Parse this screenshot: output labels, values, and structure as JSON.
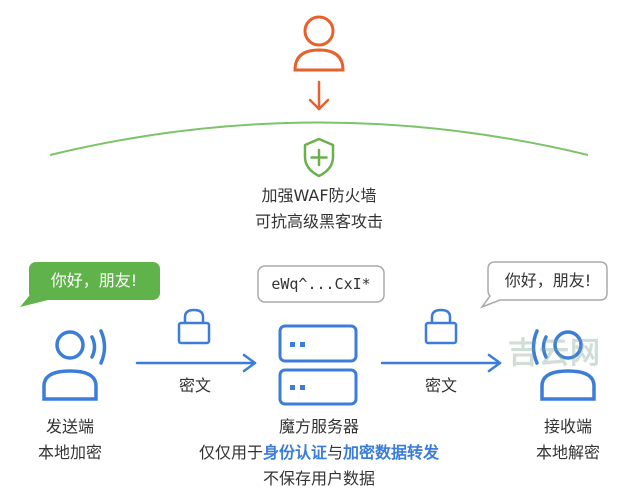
{
  "colors": {
    "user_icon": "#e8612c",
    "arc": "#7cc36a",
    "shield": "#6ab04c",
    "blue": "#3b7dd8",
    "green_bubble": "#5fb34a",
    "text": "#333333"
  },
  "icons": {
    "top_user": "user-icon",
    "down_arrow": "arrow-down-icon",
    "shield": "shield-plus-icon",
    "sender": "user-broadcast-icon",
    "receiver": "user-broadcast-icon",
    "server": "server-icon",
    "lock": "lock-icon",
    "arrow": "arrow-right-icon"
  },
  "waf": {
    "line1": "加强WAF防火墙",
    "line2": "可抗高级黑客攻击"
  },
  "sender": {
    "bubble": "你好，朋友!",
    "line1": "发送端",
    "line2": "本地加密"
  },
  "server": {
    "bubble": "eWq^...CxI*",
    "line1": "魔方服务器",
    "line2_pre": "仅仅用于",
    "line2_hl1": "身份认证",
    "line2_mid": "与",
    "line2_hl2": "加密数据转发",
    "line3": "不保存用户数据"
  },
  "receiver": {
    "bubble": "你好，朋友!",
    "line1": "接收端",
    "line2": "本地解密"
  },
  "link_left": {
    "label": "密文"
  },
  "link_right": {
    "label": "密文"
  },
  "watermark": "吉云网"
}
